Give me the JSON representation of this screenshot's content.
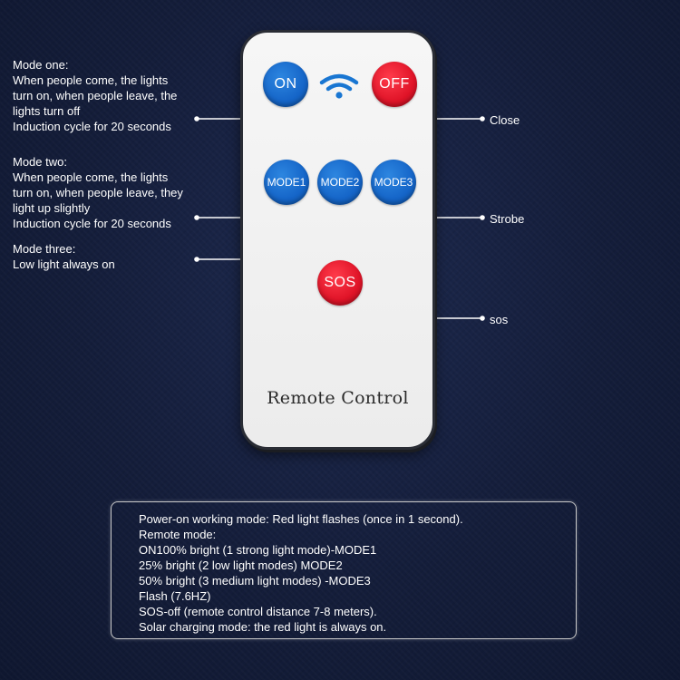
{
  "remote": {
    "label": "Remote Control",
    "buttons": {
      "on": "ON",
      "off": "OFF",
      "mode1": "MODE1",
      "mode2": "MODE2",
      "mode3": "MODE3",
      "sos": "SOS"
    },
    "signal_icon": "wifi-signal-icon"
  },
  "annotations": {
    "mode_one": [
      "Mode one:",
      "When people come, the lights",
      "turn on, when people leave, the",
      "lights turn off",
      "Induction cycle for 20 seconds"
    ],
    "mode_two": [
      "Mode two:",
      "When people come, the lights",
      "turn on, when people leave, they",
      "light up slightly",
      "Induction cycle for 20 seconds"
    ],
    "mode_three": [
      "Mode three:",
      "Low light always on"
    ],
    "close": "Close",
    "strobe": "Strobe",
    "sos": "sos"
  },
  "info_box": {
    "lines": [
      "Power-on working mode: Red light flashes (once in 1 second).",
      "Remote mode:",
      "ON100% bright (1 strong light mode)-MODE1",
      "25% bright (2 low light modes) MODE2",
      "50% bright (3 medium light modes) -MODE3",
      "Flash (7.6HZ)",
      "SOS-off (remote control distance 7-8 meters).",
      "Solar charging mode: the red light is always on."
    ]
  },
  "colors": {
    "background": "#141d3a",
    "button_blue": "#1565c8",
    "button_red": "#e01428",
    "connector": "#ffffff"
  }
}
